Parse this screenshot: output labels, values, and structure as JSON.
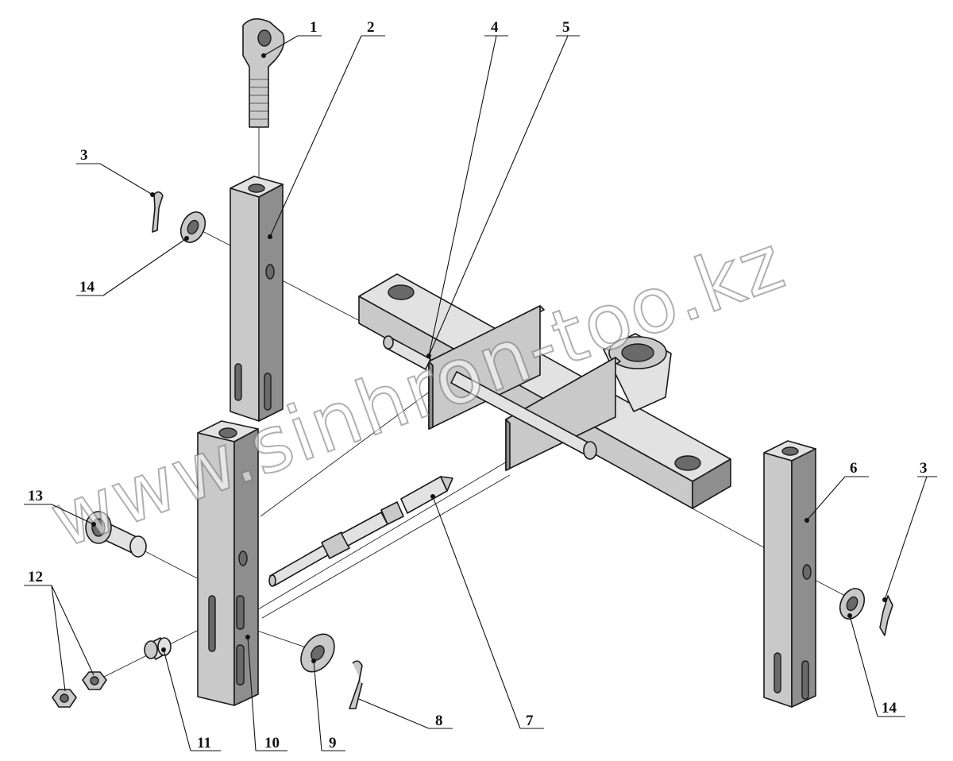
{
  "callouts": [
    {
      "id": "c1",
      "label": "1"
    },
    {
      "id": "c2",
      "label": "2"
    },
    {
      "id": "c3a",
      "label": "3"
    },
    {
      "id": "c3b",
      "label": "3"
    },
    {
      "id": "c4",
      "label": "4"
    },
    {
      "id": "c5",
      "label": "5"
    },
    {
      "id": "c6",
      "label": "6"
    },
    {
      "id": "c7",
      "label": "7"
    },
    {
      "id": "c8",
      "label": "8"
    },
    {
      "id": "c9",
      "label": "9"
    },
    {
      "id": "c10",
      "label": "10"
    },
    {
      "id": "c11",
      "label": "11"
    },
    {
      "id": "c12",
      "label": "12"
    },
    {
      "id": "c13",
      "label": "13"
    },
    {
      "id": "c14a",
      "label": "14"
    },
    {
      "id": "c14b",
      "label": "14"
    }
  ],
  "watermark": {
    "text": "www.sinhron-too.kz"
  }
}
